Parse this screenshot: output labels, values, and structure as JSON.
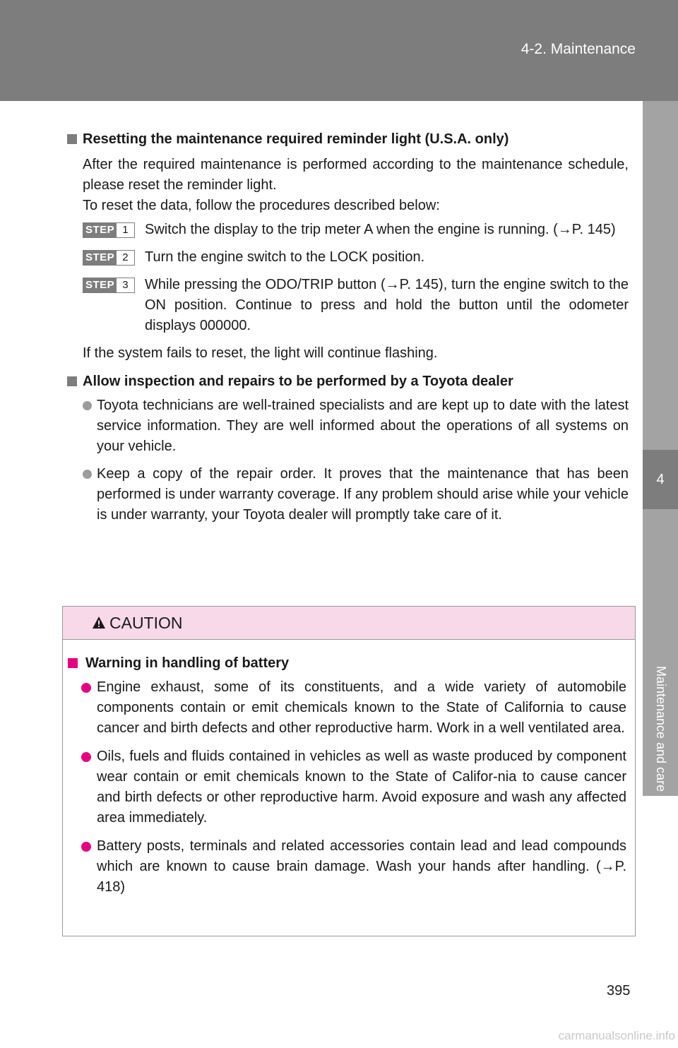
{
  "header": {
    "title": "4-2. Maintenance"
  },
  "side_tab": {
    "chapter": "4",
    "label": "Maintenance and care"
  },
  "section1": {
    "heading": "Resetting the maintenance required reminder light (U.S.A. only)",
    "intro": "After the required maintenance is performed according to the maintenance schedule, please reset the reminder light.",
    "intro2": "To reset the data, follow the procedures described below:",
    "steps": [
      {
        "label": "STEP",
        "num": "1",
        "text": "Switch the display to the trip meter A when the engine is running. (→P. 145)"
      },
      {
        "label": "STEP",
        "num": "2",
        "text": "Turn the engine switch to the LOCK position."
      },
      {
        "label": "STEP",
        "num": "3",
        "text": "While pressing the ODO/TRIP button (→P. 145), turn the engine switch to the ON position. Continue to press and hold the button until the odometer displays 000000."
      }
    ],
    "footer": "If the system fails to reset, the light will continue flashing."
  },
  "section2": {
    "heading": "Allow inspection and repairs to be performed by a Toyota dealer",
    "bullets": [
      "Toyota technicians are well-trained specialists and are kept up to date with the latest service information. They are well informed about the operations of all systems on your vehicle.",
      "Keep a copy of the repair order. It proves that the maintenance that has been performed is under warranty coverage. If any problem should arise while your vehicle is under warranty, your Toyota dealer will promptly take care of it."
    ]
  },
  "caution": {
    "title": "CAUTION",
    "heading": "Warning in handling of battery",
    "bullets": [
      "Engine exhaust, some of its constituents, and a wide variety of automobile components contain or emit chemicals known to the State of California to cause cancer and birth defects and other reproductive harm. Work in a well ventilated area.",
      "Oils, fuels and fluids contained in vehicles as well as waste produced by component wear contain or emit chemicals known to the State of Califor-nia to cause cancer and birth defects or other reproductive harm. Avoid exposure and wash any affected area immediately.",
      "Battery posts, terminals and related accessories contain lead and lead compounds which are known to cause brain damage. Wash your hands after handling. (→P. 418)"
    ]
  },
  "page_number": "395",
  "watermark": "carmanualsonline.info",
  "colors": {
    "header_gray": "#7d7d7d",
    "caution_pink": "#f7d9ea",
    "caution_accent": "#e4007f"
  }
}
